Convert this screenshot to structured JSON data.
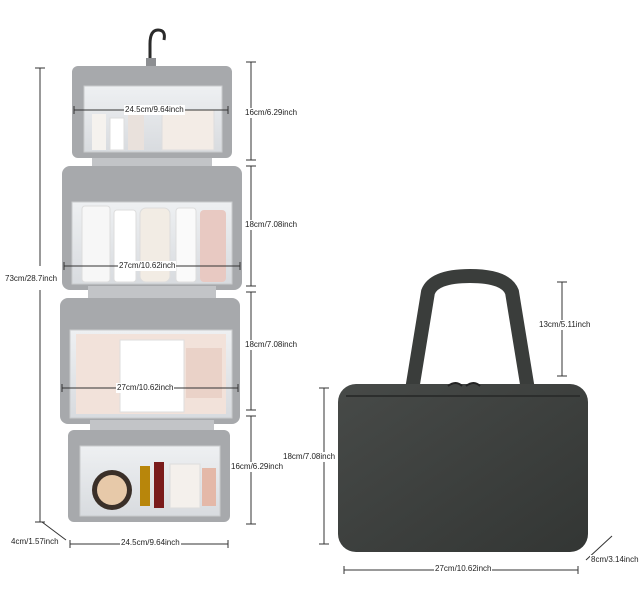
{
  "dimensions": {
    "top_width": "24.5cm/9.64inch",
    "top_height": "16cm/6.29inch",
    "mid1_width": "27cm/10.62inch",
    "mid1_height": "18cm/7.08inch",
    "mid2_width": "27cm/10.62inch",
    "mid2_height": "18cm/7.08inch",
    "bottom_height": "16cm/6.29inch",
    "total_length": "73cm/28.7inch",
    "depth_left": "4cm/1.57inch",
    "bottom_width": "24.5cm/9.64inch",
    "handle_height": "13cm/5.11inch",
    "bag_height": "18cm/7.08inch",
    "bag_width": "27cm/10.62inch",
    "bag_depth": "8cm/3.14inch"
  },
  "colors": {
    "panel_grey": "#a7a9ac",
    "bag_dark": "#3e413f",
    "line": "#333333"
  }
}
